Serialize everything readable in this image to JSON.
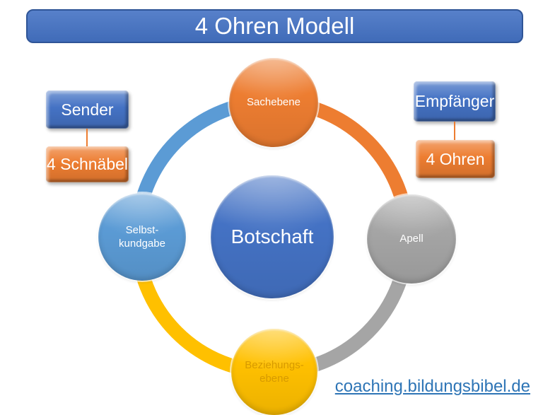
{
  "title": {
    "text": "4 Ohren Modell",
    "bg_color": "#4472C4",
    "border_color": "#2F5597",
    "text_color": "#FFFFFF"
  },
  "sender_group": {
    "role_box": {
      "label": "Sender",
      "color": "#4472C4",
      "text_color": "#FFFFFF"
    },
    "aspect_box": {
      "label": "4 Schnäbel",
      "color": "#ED7D31",
      "text_color": "#FFFFFF"
    },
    "connector_color": "#ED7D31"
  },
  "receiver_group": {
    "role_box": {
      "label": "Empfänger",
      "color": "#4472C4",
      "text_color": "#FFFFFF"
    },
    "aspect_box": {
      "label": "4 Ohren",
      "color": "#ED7D31",
      "text_color": "#FFFFFF"
    },
    "connector_color": "#ED7D31"
  },
  "cycle": {
    "center": {
      "label": "Botschaft",
      "color": "#4472C4",
      "text_color": "#FFFFFF"
    },
    "nodes": {
      "top": {
        "label": "Sachebene",
        "color": "#ED7D31",
        "text_color": "#FFFFFF"
      },
      "right": {
        "label": "Apell",
        "color": "#A5A5A5",
        "text_color": "#FFFFFF"
      },
      "bottom": {
        "label": "Beziehungs-\nebene",
        "color": "#FFC000",
        "text_color": "#D79A00"
      },
      "left": {
        "label": "Selbst-\nkundgabe",
        "color": "#5B9BD5",
        "text_color": "#FFFFFF"
      }
    },
    "arcs": {
      "left_to_top": {
        "color": "#5B9BD5"
      },
      "top_to_right": {
        "color": "#ED7D31"
      },
      "right_to_bottom": {
        "color": "#A5A5A5"
      },
      "bottom_to_left": {
        "color": "#FFC000"
      }
    }
  },
  "footer": {
    "link_text": "coaching.bildungsbibel.de",
    "link_color": "#2E75B6"
  }
}
